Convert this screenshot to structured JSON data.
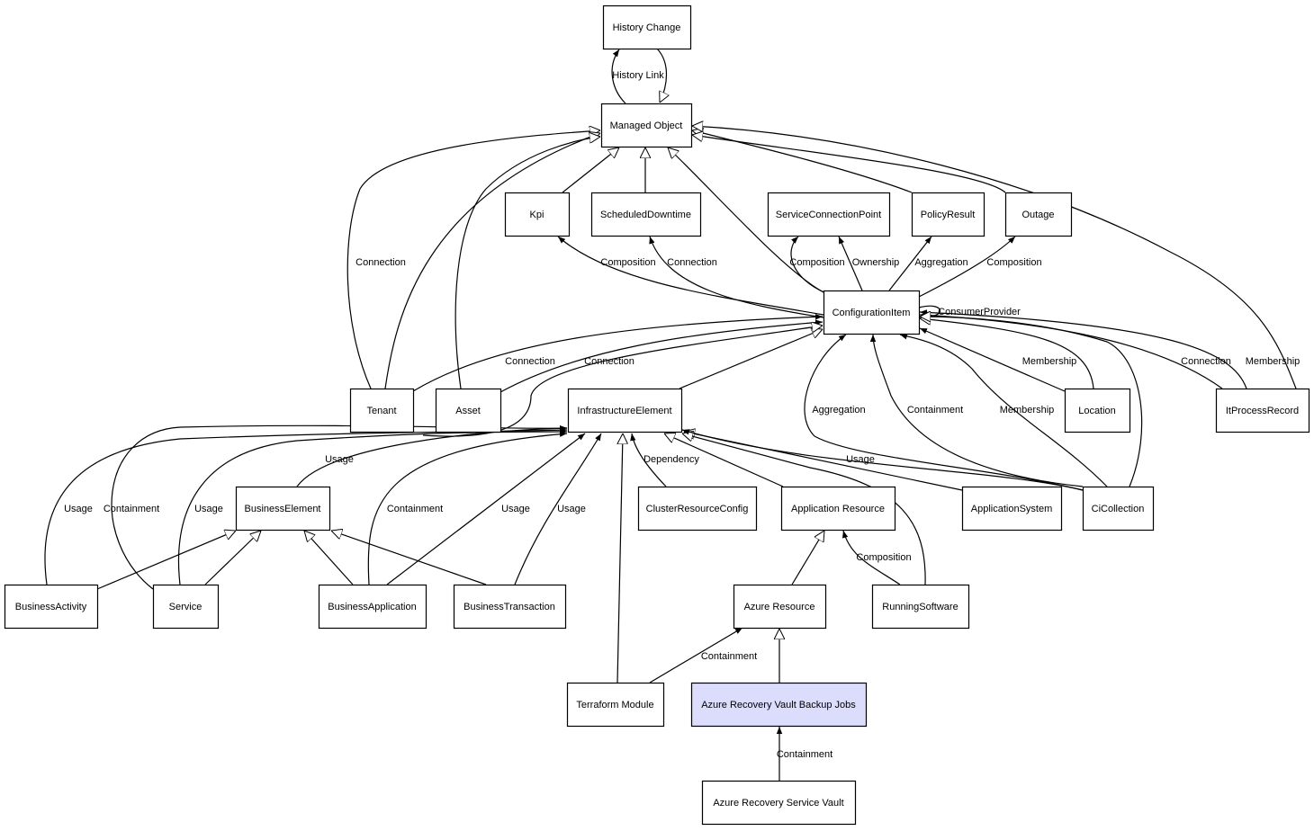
{
  "colors": {
    "node_fill": "#ffffff",
    "highlight_fill": "#dcdcfc",
    "stroke": "#000000"
  },
  "nodes": [
    {
      "id": "history_change",
      "label": "History Change"
    },
    {
      "id": "managed_object",
      "label": "Managed Object"
    },
    {
      "id": "kpi",
      "label": "Kpi"
    },
    {
      "id": "scheduled_downtime",
      "label": "ScheduledDowntime"
    },
    {
      "id": "service_connection_point",
      "label": "ServiceConnectionPoint"
    },
    {
      "id": "policy_result",
      "label": "PolicyResult"
    },
    {
      "id": "outage",
      "label": "Outage"
    },
    {
      "id": "configuration_item",
      "label": "ConfigurationItem"
    },
    {
      "id": "tenant",
      "label": "Tenant"
    },
    {
      "id": "asset",
      "label": "Asset"
    },
    {
      "id": "infrastructure_element",
      "label": "InfrastructureElement"
    },
    {
      "id": "location",
      "label": "Location"
    },
    {
      "id": "it_process_record",
      "label": "ItProcessRecord"
    },
    {
      "id": "business_element",
      "label": "BusinessElement"
    },
    {
      "id": "cluster_resource_config",
      "label": "ClusterResourceConfig"
    },
    {
      "id": "application_resource",
      "label": "Application Resource"
    },
    {
      "id": "application_system",
      "label": "ApplicationSystem"
    },
    {
      "id": "ci_collection",
      "label": "CiCollection"
    },
    {
      "id": "business_activity",
      "label": "BusinessActivity"
    },
    {
      "id": "service",
      "label": "Service"
    },
    {
      "id": "business_application",
      "label": "BusinessApplication"
    },
    {
      "id": "business_transaction",
      "label": "BusinessTransaction"
    },
    {
      "id": "azure_resource",
      "label": "Azure Resource"
    },
    {
      "id": "running_software",
      "label": "RunningSoftware"
    },
    {
      "id": "terraform_module",
      "label": "Terraform Module"
    },
    {
      "id": "azure_recovery_vault_backup_jobs",
      "label": "Azure Recovery Vault Backup Jobs",
      "highlighted": true
    },
    {
      "id": "azure_recovery_service_vault",
      "label": "Azure Recovery Service Vault"
    }
  ],
  "edges": [
    {
      "from": "managed_object",
      "to": "history_change",
      "label": "History Link",
      "arrow": "filled"
    },
    {
      "from": "history_change",
      "to": "managed_object",
      "label": "",
      "arrow": "hollow"
    },
    {
      "from": "kpi",
      "to": "managed_object",
      "label": "",
      "arrow": "hollow"
    },
    {
      "from": "scheduled_downtime",
      "to": "managed_object",
      "label": "",
      "arrow": "hollow"
    },
    {
      "from": "configuration_item",
      "to": "managed_object",
      "label": "",
      "arrow": "hollow"
    },
    {
      "from": "policy_result",
      "to": "managed_object",
      "label": "",
      "arrow": "hollow"
    },
    {
      "from": "outage",
      "to": "managed_object",
      "label": "",
      "arrow": "hollow"
    },
    {
      "from": "it_process_record",
      "to": "managed_object",
      "label": "",
      "arrow": "hollow"
    },
    {
      "from": "tenant",
      "to": "managed_object",
      "label": "Connection",
      "arrow": "hollow"
    },
    {
      "from": "tenant",
      "to": "managed_object",
      "label": "",
      "arrow": "hollow"
    },
    {
      "from": "asset",
      "to": "managed_object",
      "label": "",
      "arrow": "hollow"
    },
    {
      "from": "configuration_item",
      "to": "kpi",
      "label": "Composition",
      "arrow": "filled"
    },
    {
      "from": "configuration_item",
      "to": "scheduled_downtime",
      "label": "Connection",
      "arrow": "filled"
    },
    {
      "from": "configuration_item",
      "to": "service_connection_point",
      "label": "Composition",
      "arrow": "filled"
    },
    {
      "from": "configuration_item",
      "to": "service_connection_point",
      "label": "Ownership",
      "arrow": "filled"
    },
    {
      "from": "configuration_item",
      "to": "policy_result",
      "label": "Aggregation",
      "arrow": "filled"
    },
    {
      "from": "configuration_item",
      "to": "outage",
      "label": "Composition",
      "arrow": "filled"
    },
    {
      "from": "configuration_item",
      "to": "configuration_item",
      "label": "ConsumerProvider",
      "arrow": "filled"
    },
    {
      "from": "tenant",
      "to": "configuration_item",
      "label": "Connection",
      "arrow": "filled"
    },
    {
      "from": "asset",
      "to": "configuration_item",
      "label": "Connection",
      "arrow": "filled"
    },
    {
      "from": "infrastructure_element",
      "to": "configuration_item",
      "label": "",
      "arrow": "hollow"
    },
    {
      "from": "business_element",
      "to": "configuration_item",
      "label": "",
      "arrow": "hollow"
    },
    {
      "from": "location",
      "to": "configuration_item",
      "label": "Membership",
      "arrow": "filled"
    },
    {
      "from": "location",
      "to": "configuration_item",
      "label": "",
      "arrow": "hollow"
    },
    {
      "from": "it_process_record",
      "to": "configuration_item",
      "label": "Connection",
      "arrow": "filled"
    },
    {
      "from": "it_process_record",
      "to": "configuration_item",
      "label": "Membership",
      "arrow": "filled"
    },
    {
      "from": "ci_collection",
      "to": "configuration_item",
      "label": "Aggregation",
      "arrow": "filled"
    },
    {
      "from": "ci_collection",
      "to": "configuration_item",
      "label": "Containment",
      "arrow": "filled"
    },
    {
      "from": "ci_collection",
      "to": "configuration_item",
      "label": "Membership",
      "arrow": "filled"
    },
    {
      "from": "ci_collection",
      "to": "configuration_item",
      "label": "",
      "arrow": "hollow"
    },
    {
      "from": "business_element",
      "to": "infrastructure_element",
      "label": "Usage",
      "arrow": "filled"
    },
    {
      "from": "business_activity",
      "to": "infrastructure_element",
      "label": "Usage",
      "arrow": "filled"
    },
    {
      "from": "service",
      "to": "infrastructure_element",
      "label": "Containment",
      "arrow": "filled"
    },
    {
      "from": "service",
      "to": "infrastructure_element",
      "label": "Usage",
      "arrow": "filled"
    },
    {
      "from": "business_application",
      "to": "infrastructure_element",
      "label": "Containment",
      "arrow": "filled"
    },
    {
      "from": "business_application",
      "to": "infrastructure_element",
      "label": "Usage",
      "arrow": "filled"
    },
    {
      "from": "business_transaction",
      "to": "infrastructure_element",
      "label": "Usage",
      "arrow": "filled"
    },
    {
      "from": "terraform_module",
      "to": "infrastructure_element",
      "label": "",
      "arrow": "hollow"
    },
    {
      "from": "cluster_resource_config",
      "to": "infrastructure_element",
      "label": "Dependency",
      "arrow": "filled"
    },
    {
      "from": "application_resource",
      "to": "infrastructure_element",
      "label": "",
      "arrow": "hollow"
    },
    {
      "from": "application_system",
      "to": "infrastructure_element",
      "label": "",
      "arrow": "hollow"
    },
    {
      "from": "running_software",
      "to": "infrastructure_element",
      "label": "",
      "arrow": "hollow"
    },
    {
      "from": "ci_collection",
      "to": "infrastructure_element",
      "label": "Usage",
      "arrow": "filled"
    },
    {
      "from": "business_activity",
      "to": "business_element",
      "label": "",
      "arrow": "hollow"
    },
    {
      "from": "service",
      "to": "business_element",
      "label": "",
      "arrow": "hollow"
    },
    {
      "from": "business_application",
      "to": "business_element",
      "label": "",
      "arrow": "hollow"
    },
    {
      "from": "business_transaction",
      "to": "business_element",
      "label": "",
      "arrow": "hollow"
    },
    {
      "from": "azure_resource",
      "to": "application_resource",
      "label": "",
      "arrow": "hollow"
    },
    {
      "from": "running_software",
      "to": "application_resource",
      "label": "Composition",
      "arrow": "filled"
    },
    {
      "from": "terraform_module",
      "to": "azure_resource",
      "label": "Containment",
      "arrow": "filled"
    },
    {
      "from": "azure_recovery_vault_backup_jobs",
      "to": "azure_resource",
      "label": "",
      "arrow": "hollow"
    },
    {
      "from": "azure_recovery_service_vault",
      "to": "azure_recovery_vault_backup_jobs",
      "label": "Containment",
      "arrow": "filled"
    }
  ]
}
